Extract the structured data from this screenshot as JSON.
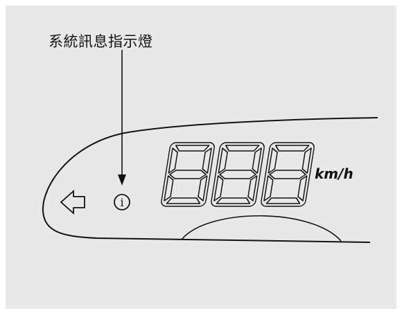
{
  "callout": {
    "label": "系統訊息指示燈"
  },
  "display": {
    "speed_unit": "km/h",
    "info_symbol": "i"
  },
  "colors": {
    "background": "#e8e8e8",
    "line": "#111111"
  }
}
